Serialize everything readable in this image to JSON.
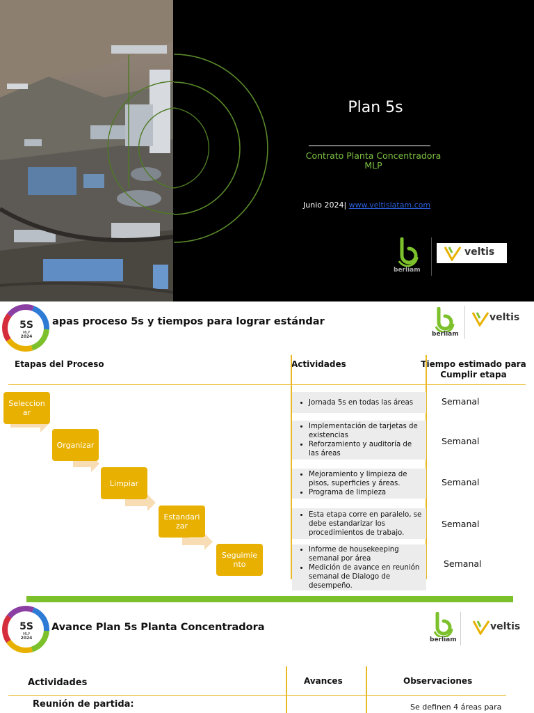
{
  "slide1": {
    "title": "Plan 5s",
    "subtitle_line1": "Contrato Planta Concentradora",
    "subtitle_line2": "MLP",
    "date_text": "Junio 2024|",
    "link_text": "www.veltislatam.com",
    "berliam_label": "berliam",
    "veltis_label": "veltis"
  },
  "slide2": {
    "badge_text": "5S",
    "badge_sub": "MLP",
    "badge_year": "2024",
    "title": "apas proceso 5s y tiempos para lograr estándar",
    "col1_header": "Etapas del Proceso",
    "col2_header": "Actividades",
    "col3_header_line1": "Tiempo estimado para",
    "col3_header_line2": "Cumplir  etapa",
    "steps": [
      {
        "label_line1": "Seleccion",
        "label_line2": "ar"
      },
      {
        "label_line1": "Organizar",
        "label_line2": ""
      },
      {
        "label_line1": "Limpiar",
        "label_line2": ""
      },
      {
        "label_line1": "Estandari",
        "label_line2": "zar"
      },
      {
        "label_line1": "Seguimie",
        "label_line2": "nto"
      }
    ],
    "activities": [
      [
        "Jornada 5s en todas las áreas"
      ],
      [
        "Implementación de tarjetas de existencias",
        "Reforzamiento y auditoría de las áreas"
      ],
      [
        "Mejoramiento y limpieza de pisos, superficies y áreas.",
        "Programa de limpieza"
      ],
      [
        "Esta etapa corre en paralelo, se debe estandarizar los procedimientos de trabajo."
      ],
      [
        "Informe de housekeeping semanal por área",
        "Medición de avance en reunión semanal de Dialogo de desempeño."
      ]
    ],
    "times": [
      "Semanal",
      "Semanal",
      "Semanal",
      "Semanal",
      "Semanal"
    ],
    "berliam_label": "berliam",
    "veltis_label": "veltis"
  },
  "slide3": {
    "badge_text": "5S",
    "badge_sub": "MLP",
    "badge_year": "2024",
    "title": "Avance Plan 5s Planta Concentradora",
    "col1_header": "Actividades",
    "col2_header": "Avances",
    "col3_header": "Observaciones",
    "row1_title": "Reunión de partida:",
    "row1_obs": "Se definen 4 áreas para",
    "berliam_label": "berliam",
    "veltis_label": "veltis"
  },
  "colors": {
    "accent_green": "#7cc12b",
    "accent_yellow": "#e8b000",
    "rule_yellow": "#e8b923",
    "link_blue": "#2b5fd9"
  }
}
